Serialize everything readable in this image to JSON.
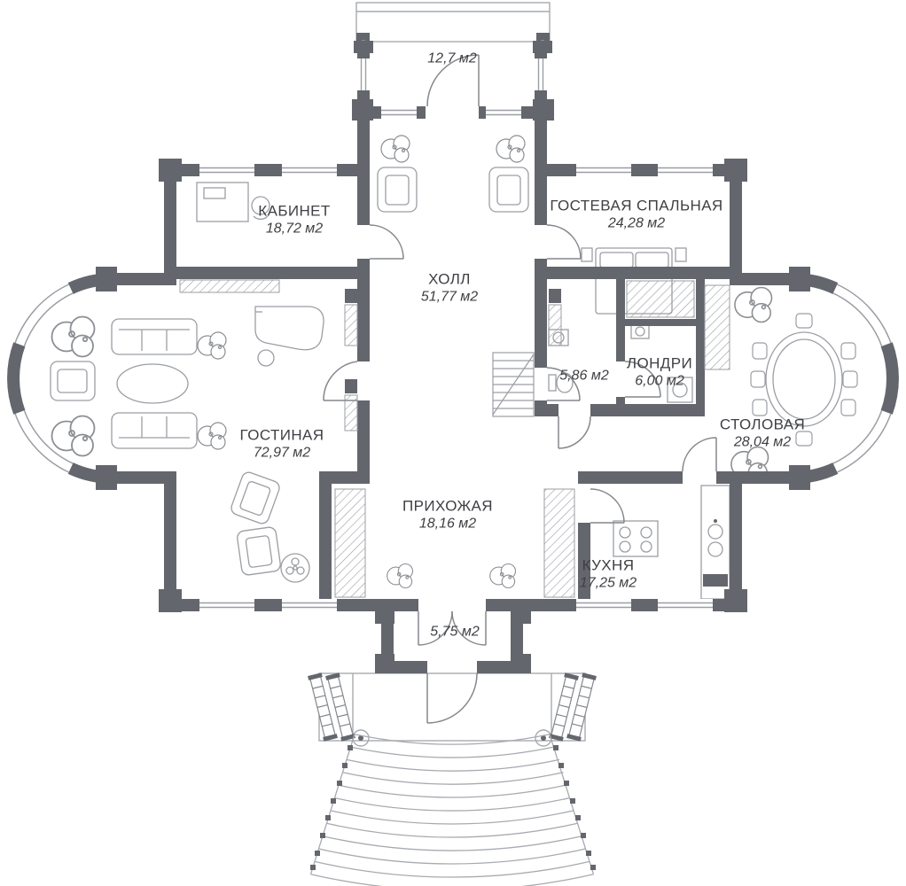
{
  "plan": {
    "type": "floor-plan",
    "rooms": {
      "porch_top": {
        "area": "12,7 м2"
      },
      "office": {
        "name": "КАБИНЕТ",
        "area": "18,72 м2"
      },
      "guest_bedroom": {
        "name": "ГОСТЕВАЯ СПАЛЬНАЯ",
        "area": "24,28 м2"
      },
      "hall": {
        "name": "ХОЛЛ",
        "area": "51,77 м2"
      },
      "bathroom": {
        "area": "5,86 м2"
      },
      "laundry": {
        "name": "ЛОНДРИ",
        "area": "6,00 м2"
      },
      "living_room": {
        "name": "ГОСТИНАЯ",
        "area": "72,97 м2"
      },
      "dining_room": {
        "name": "СТОЛОВАЯ",
        "area": "28,04 м2"
      },
      "hallway": {
        "name": "ПРИХОЖАЯ",
        "area": "18,16 м2"
      },
      "kitchen": {
        "name": "КУХНЯ",
        "area": "17,25 м2"
      },
      "vestibule": {
        "area": "5,75 м2"
      }
    },
    "colors": {
      "wall": "#63666c",
      "furniture_line": "#9b9ea3",
      "door_line": "#84878c",
      "text": "#3f4044"
    }
  }
}
